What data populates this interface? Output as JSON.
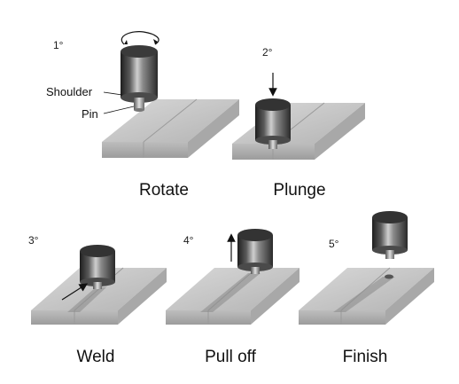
{
  "steps": [
    {
      "number": "1°",
      "caption": "Rotate"
    },
    {
      "number": "2°",
      "caption": "Plunge"
    },
    {
      "number": "3°",
      "caption": "Weld"
    },
    {
      "number": "4°",
      "caption": "Pull off"
    },
    {
      "number": "5°",
      "caption": "Finish"
    }
  ],
  "labels": {
    "shoulder": "Shoulder",
    "pin": "Pin"
  }
}
